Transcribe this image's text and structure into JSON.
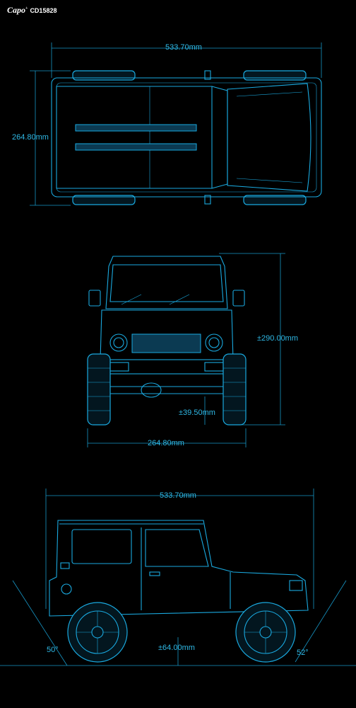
{
  "brand": {
    "name": "Capo",
    "model": "CD15828"
  },
  "top_view": {
    "length_label": "533.70mm",
    "width_label": "264.80mm"
  },
  "front_view": {
    "height_label": "±290.00mm",
    "clearance_label": "±39.50mm",
    "width_label": "264.80mm"
  },
  "side_view": {
    "length_label": "533.70mm",
    "approach_angle": "50°",
    "departure_angle": "52°",
    "clearance_label": "±64.00mm"
  },
  "colors": {
    "background": "#000000",
    "line": "#1aa9df",
    "text": "#2fb9e6"
  }
}
